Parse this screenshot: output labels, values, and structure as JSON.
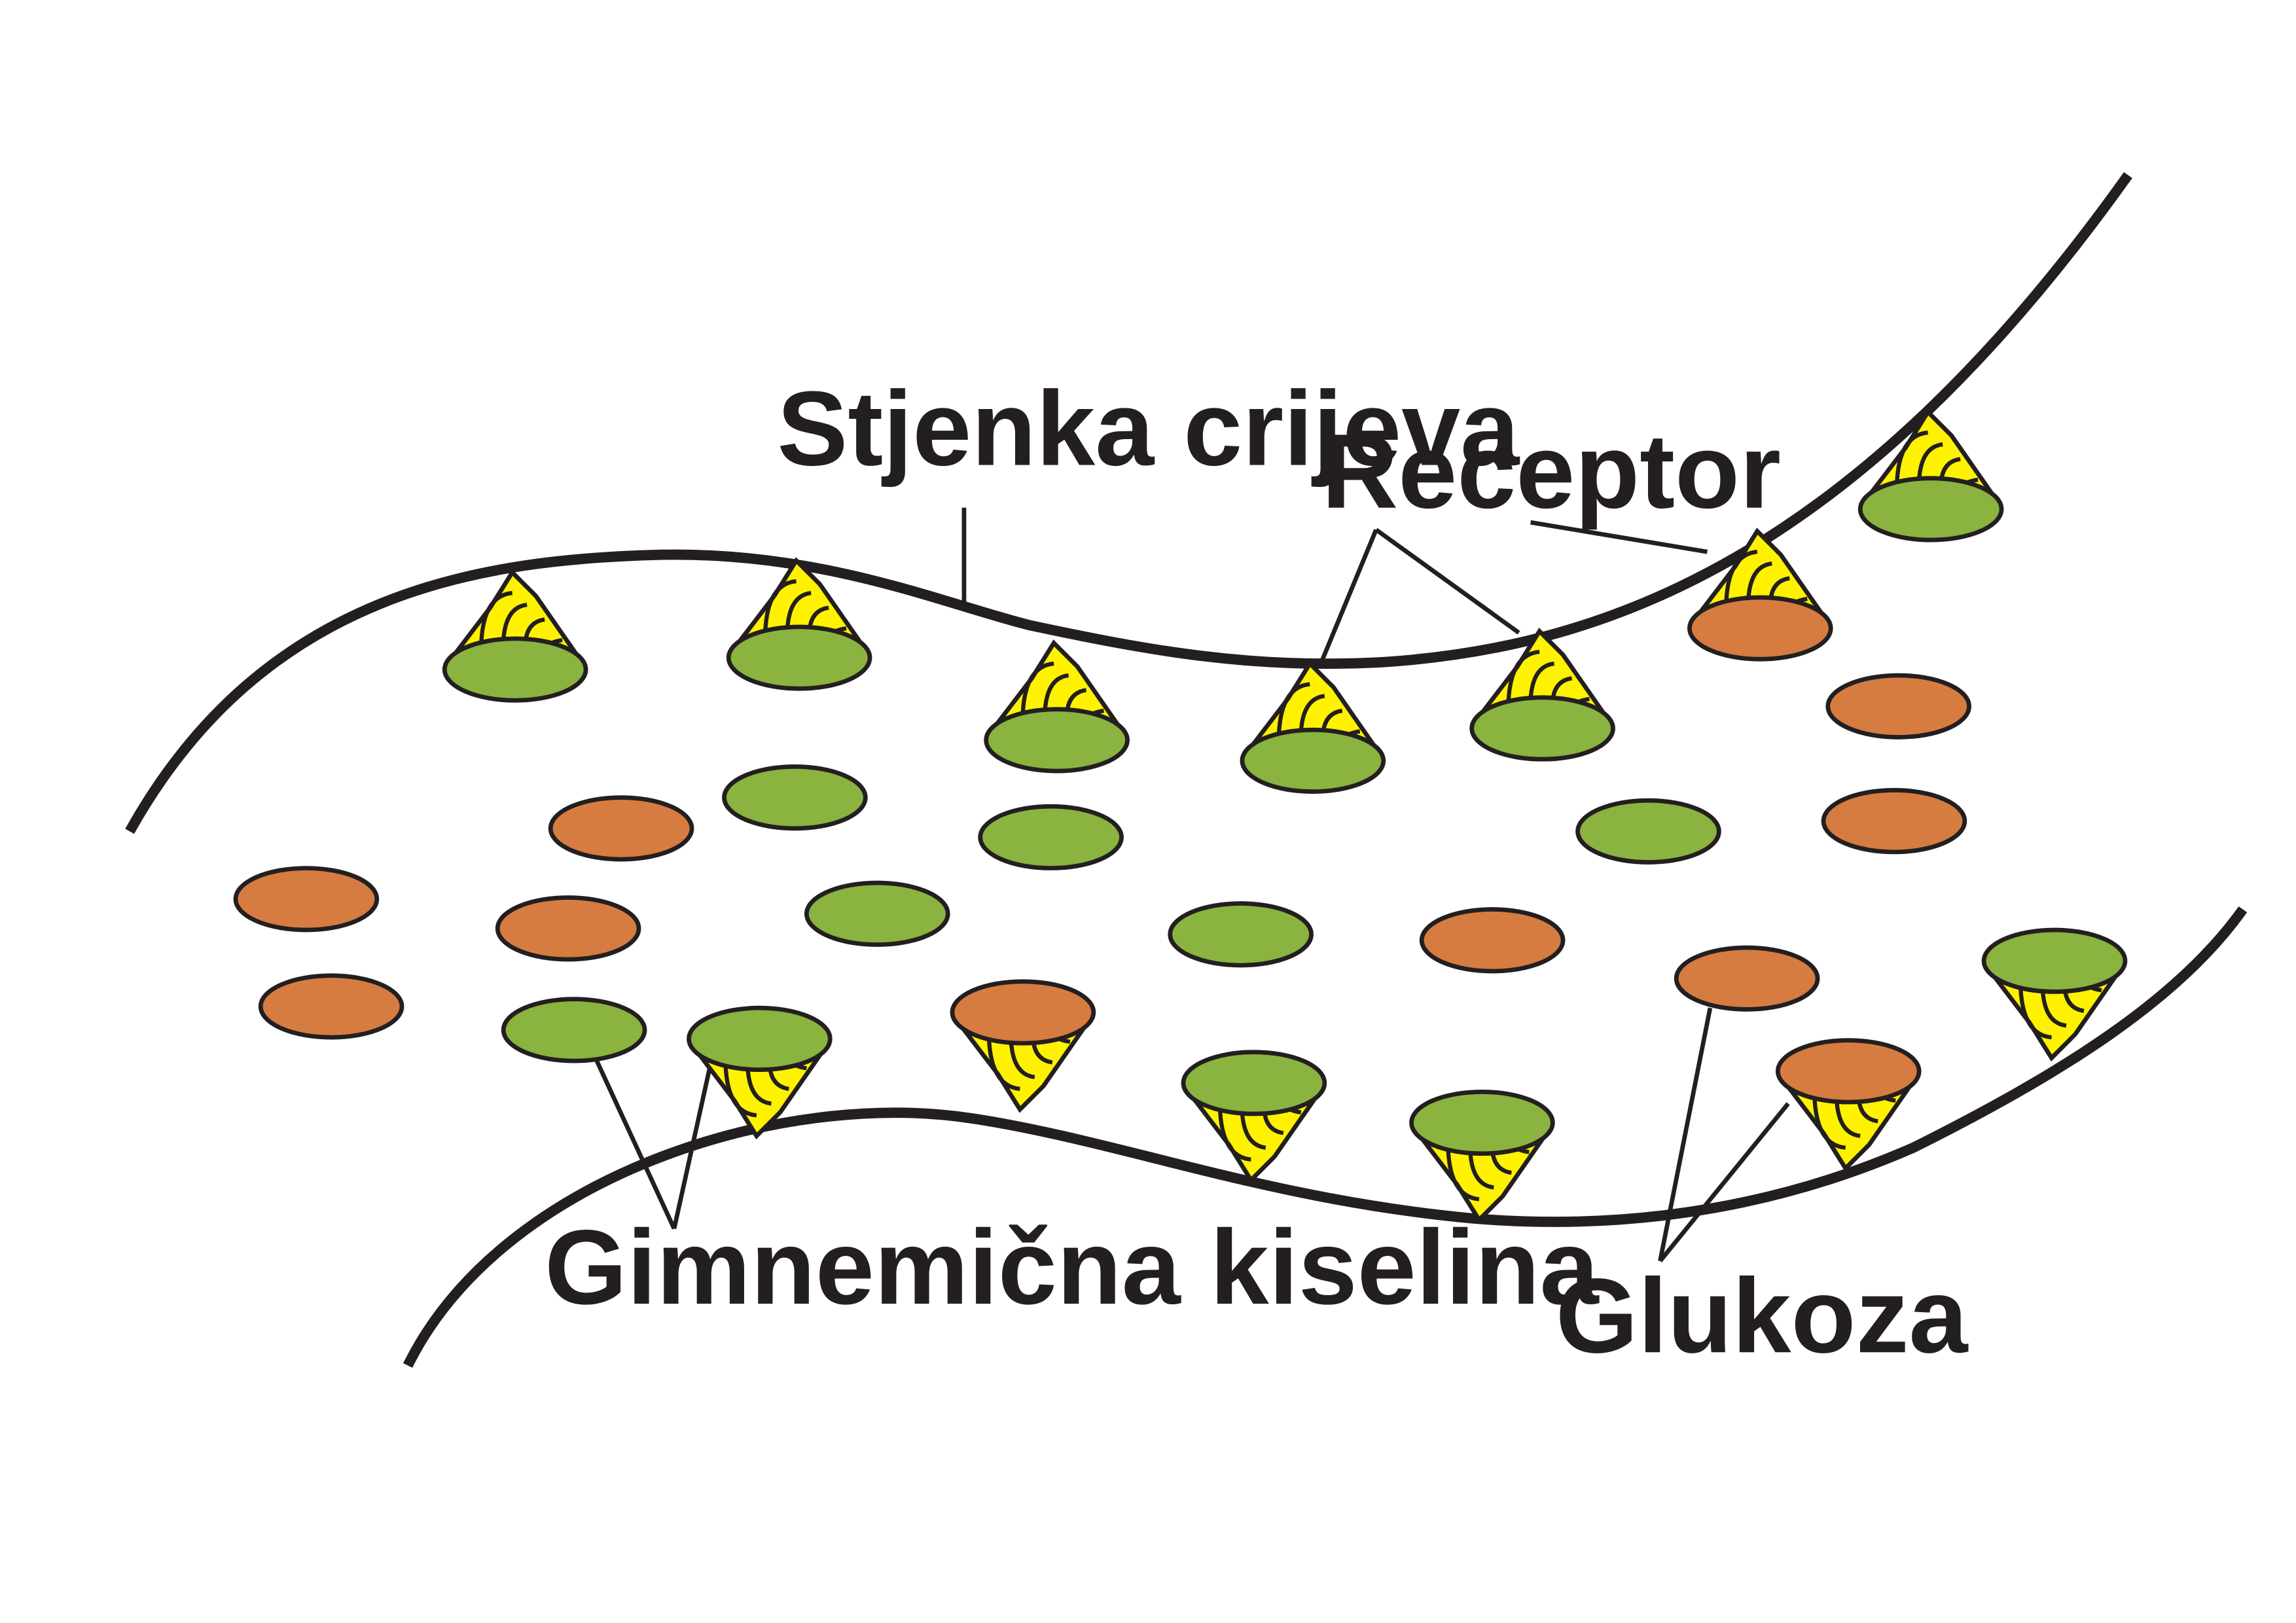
{
  "labels": {
    "intestinal_wall": "Stjenka crijeva",
    "receptor": "Receptor",
    "gymnemic_acid": "Gimnemična kiselina",
    "glucose": "Glukoza"
  },
  "colors": {
    "receptor": "#fff200",
    "gymnemic_acid": "#8ab33f",
    "glucose": "#d67c41",
    "line": "#231f20",
    "background": "#ffffff"
  },
  "legend": {
    "gymnemic_acid_color": "green",
    "glucose_color": "orange",
    "receptor_color": "yellow"
  }
}
